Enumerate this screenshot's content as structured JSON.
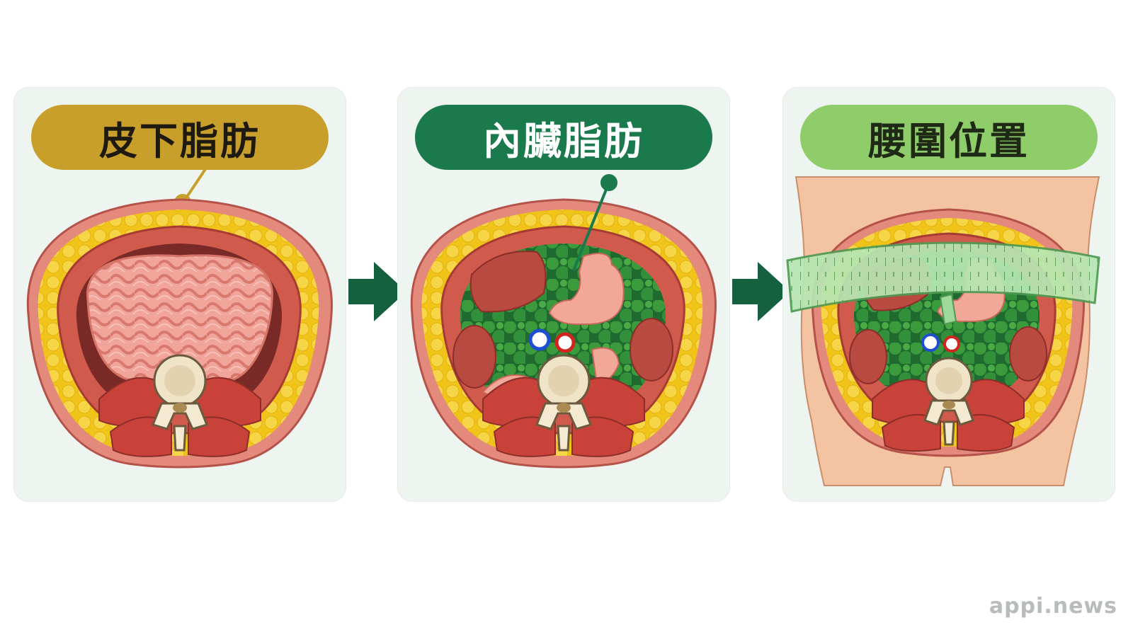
{
  "panels": [
    {
      "label": "皮下脂肪"
    },
    {
      "label": "內臟脂肪"
    },
    {
      "label": "腰圍位置"
    }
  ],
  "watermark": "appi.news",
  "colors": {
    "subcutaneous_fat": "#f2c81e",
    "visceral_fat": "#2e8b3a",
    "muscle": "#c9423a",
    "skin": "#f3c3a2",
    "panel_bg": "#eef4ef",
    "arrow": "#14603f"
  }
}
